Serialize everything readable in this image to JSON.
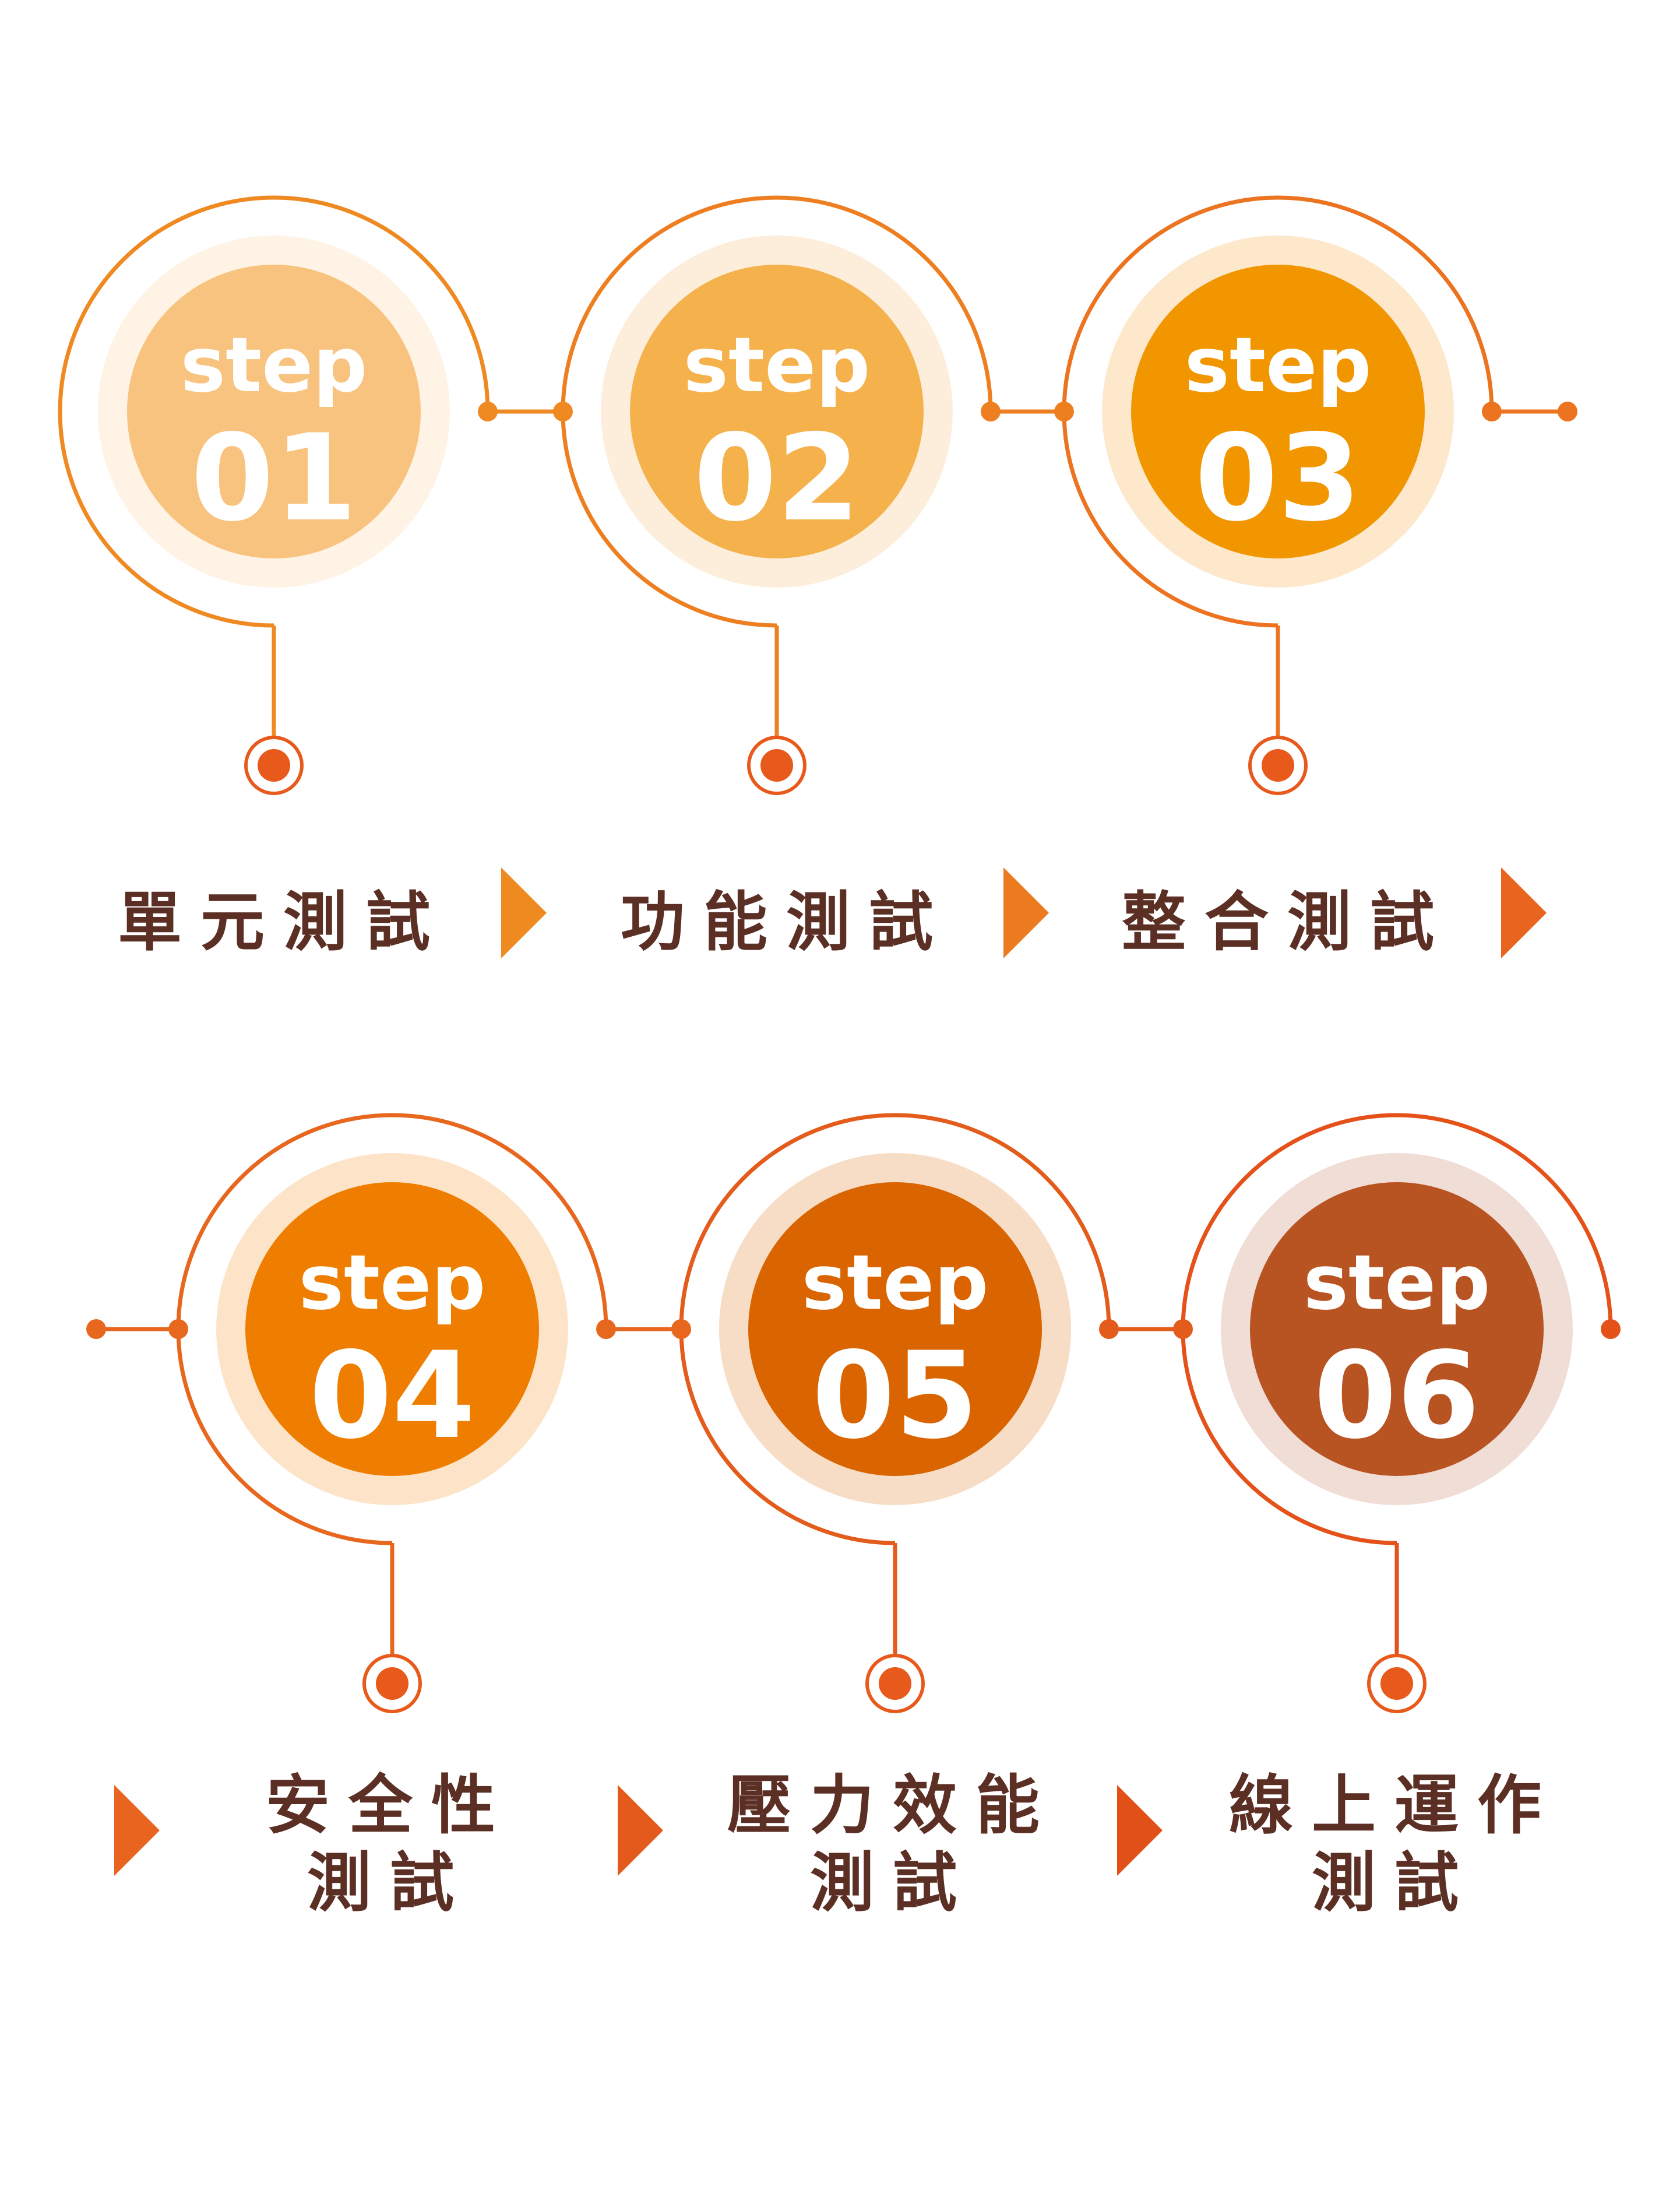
{
  "step_word": "step",
  "steps": [
    {
      "number": "01",
      "label_lines": [
        "單元測試"
      ],
      "inner_color": "#f8c37e",
      "halo_color": "#fef3e4",
      "line_color": "#ef8a22"
    },
    {
      "number": "02",
      "label_lines": [
        "功能測試"
      ],
      "inner_color": "#f5b14b",
      "halo_color": "#fdeedc",
      "line_color": "#ee7f20"
    },
    {
      "number": "03",
      "label_lines": [
        "整合測試"
      ],
      "inner_color": "#f29600",
      "halo_color": "#fde8cc",
      "line_color": "#ec7421"
    },
    {
      "number": "04",
      "label_lines": [
        "安全性",
        "測試"
      ],
      "inner_color": "#ef7e00",
      "halo_color": "#fde4c8",
      "line_color": "#e8671f"
    },
    {
      "number": "05",
      "label_lines": [
        "壓力效能",
        "測試"
      ],
      "inner_color": "#d96400",
      "halo_color": "#f7ddc5",
      "line_color": "#e45c1c"
    },
    {
      "number": "06",
      "label_lines": [
        "線上運作",
        "測試"
      ],
      "inner_color": "#b85322",
      "halo_color": "#f0ddd5",
      "line_color": "#e4521a"
    }
  ],
  "colors": {
    "label_text": "#5c2f25",
    "arrow": "#e9641e",
    "dot": "#e85a1b"
  }
}
